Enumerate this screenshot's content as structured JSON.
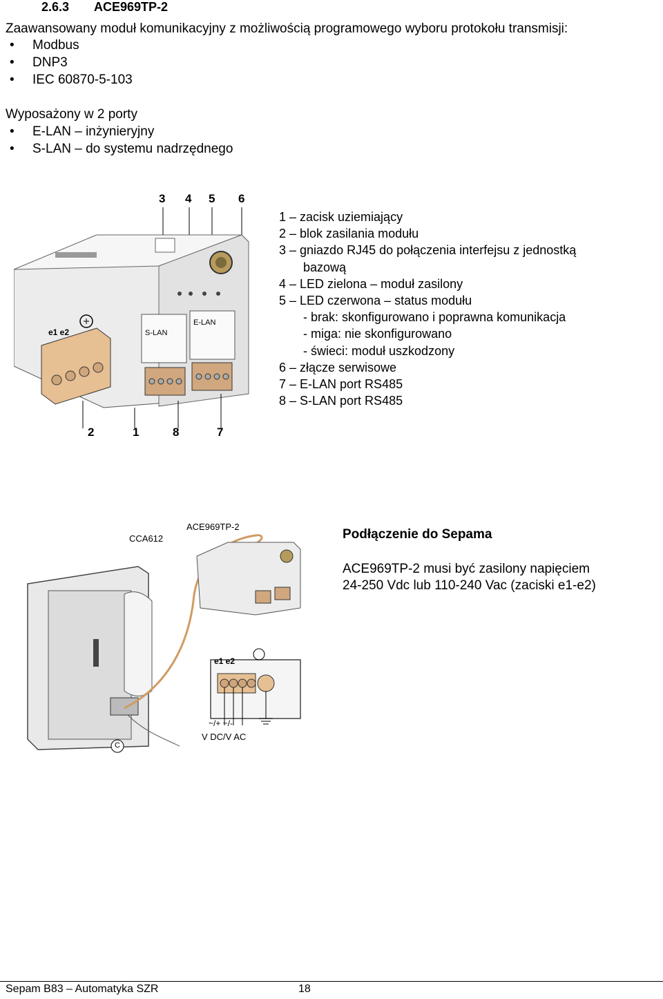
{
  "section": {
    "number": "2.6.3",
    "title": "ACE969TP-2"
  },
  "intro": "Zaawansowany moduł komunikacyjny z możliwością programowego wyboru protokołu transmisji:",
  "protocols": [
    "Modbus",
    "DNP3",
    "IEC 60870-5-103"
  ],
  "ports_intro": "Wyposażony w 2 porty",
  "ports": [
    "E-LAN – inżynieryjny",
    "S-LAN – do systemu nadrzędnego"
  ],
  "figure1": {
    "top_labels": [
      "3",
      "4",
      "5",
      "6"
    ],
    "bottom_labels": [
      "2",
      "1",
      "8",
      "7"
    ],
    "terminal_labels": "e1 e2",
    "port_labels": [
      "S-LAN",
      "E-LAN"
    ]
  },
  "legend": [
    "1 – zacisk uziemiający",
    "2 – blok zasilania modułu",
    "3 – gniazdo RJ45 do połączenia interfejsu z jednostką",
    "bazową",
    "4 – LED zielona – moduł zasilony",
    "5 – LED czerwona – status modułu",
    "- brak: skonfigurowano i poprawna komunikacja",
    "- miga: nie skonfigurowano",
    "- świeci: moduł uszkodzony",
    "6 – złącze serwisowe",
    "7 – E-LAN port RS485",
    "8 – S-LAN port RS485"
  ],
  "figure2": {
    "label_cable": "CCA612",
    "label_module": "ACE969TP-2",
    "label_terminals": "e1 e2",
    "label_supply_top": "~/+ ~/-",
    "label_supply": "V DC/V AC",
    "label_c": "C"
  },
  "connection": {
    "title": "Podłączenie do Sepama",
    "line1": "ACE969TP-2 musi być zasilony napięciem",
    "line2": "24-250 Vdc lub 110-240 Vac (zaciski e1-e2)"
  },
  "footer": {
    "left": "Sepam B83 – Automatyka SZR",
    "page": "18"
  }
}
